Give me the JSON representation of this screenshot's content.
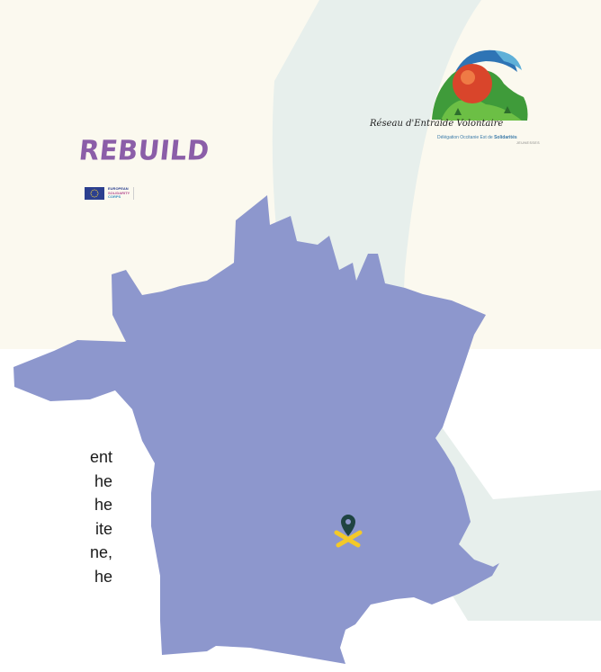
{
  "colors": {
    "cream_background": "#fbf9ef",
    "band_color": "#e7efec",
    "map_fill": "#8d97cd",
    "marker_color": "#1f4442",
    "marker_cross": "#f4c928",
    "rebuild_purple": "#8b5ea8"
  },
  "rebuild_logo": {
    "title": "REBUILD",
    "program_lines": [
      "EUROPEAN",
      "SOLIDARITY",
      "CORPS"
    ]
  },
  "partner_logo": {
    "name": "Réseau d'Entraide Volontaire",
    "subtitle": "Délégation Occitanie Est de",
    "brand": "Solidarités",
    "brand_sub": "JEUNESSES"
  },
  "map": {
    "marker_icon": "location-pin-icon"
  },
  "paragraph_fragments": [
    "ent",
    "he",
    "he",
    "ite",
    "ne,",
    "he"
  ]
}
